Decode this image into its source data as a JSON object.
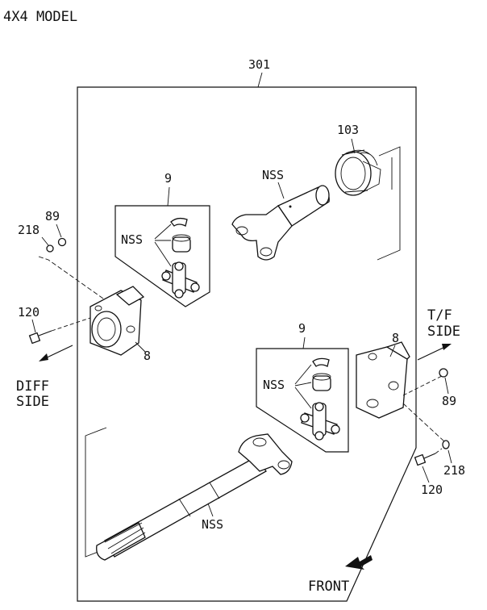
{
  "model_title": "4X4 MODEL",
  "labels": {
    "assembly": "301",
    "boot": "103",
    "spider_kit_upper": "9",
    "spider_kit_lower": "9",
    "nss_front_yoke": "NSS",
    "nss_upper_kit": "NSS",
    "nss_lower_kit": "NSS",
    "nss_shaft": "NSS",
    "nut_left": "89",
    "washer_left": "218",
    "bolt_left": "120",
    "flange_left": "8",
    "flange_right": "8",
    "nut_right": "89",
    "washer_right": "218",
    "bolt_right": "120"
  },
  "directions": {
    "diff_line1": "DIFF",
    "diff_line2": "SIDE",
    "tf_line1": "T/F",
    "tf_line2": "SIDE",
    "front": "FRONT"
  },
  "colors": {
    "ink": "#111111",
    "paper": "#ffffff"
  }
}
